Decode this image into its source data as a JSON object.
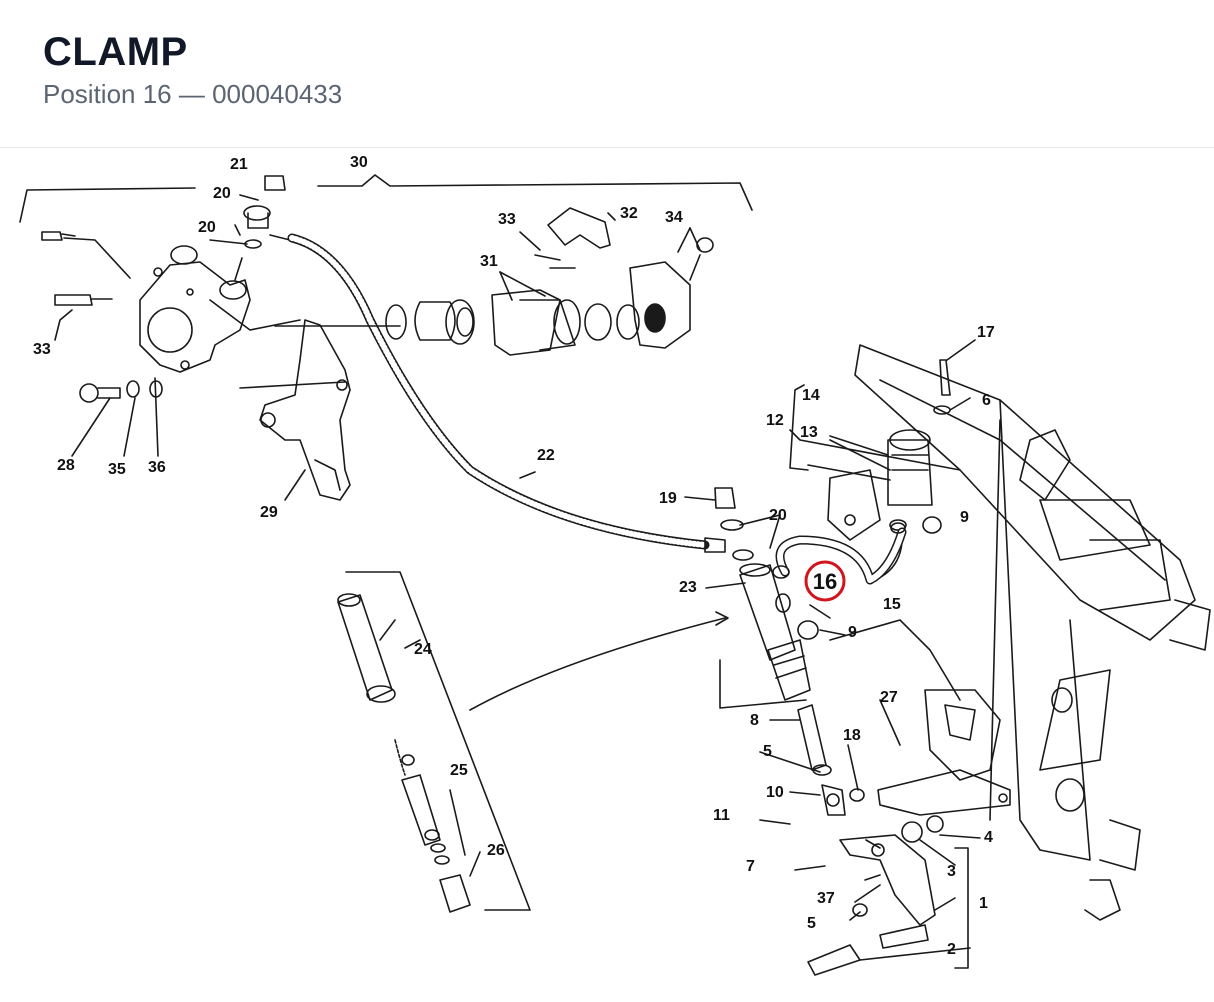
{
  "header": {
    "title": "CLAMP",
    "subtitle": "Position 16 — 000040433"
  },
  "diagram": {
    "highlighted_position": "16",
    "highlight_color": "#d0151f",
    "callouts": [
      "1",
      "2",
      "3",
      "4",
      "5",
      "5",
      "6",
      "7",
      "8",
      "9",
      "9",
      "10",
      "11",
      "12",
      "13",
      "14",
      "15",
      "17",
      "18",
      "19",
      "20",
      "20",
      "20",
      "21",
      "22",
      "23",
      "24",
      "25",
      "26",
      "27",
      "28",
      "29",
      "30",
      "31",
      "32",
      "33",
      "33",
      "34",
      "35",
      "36",
      "37"
    ]
  }
}
